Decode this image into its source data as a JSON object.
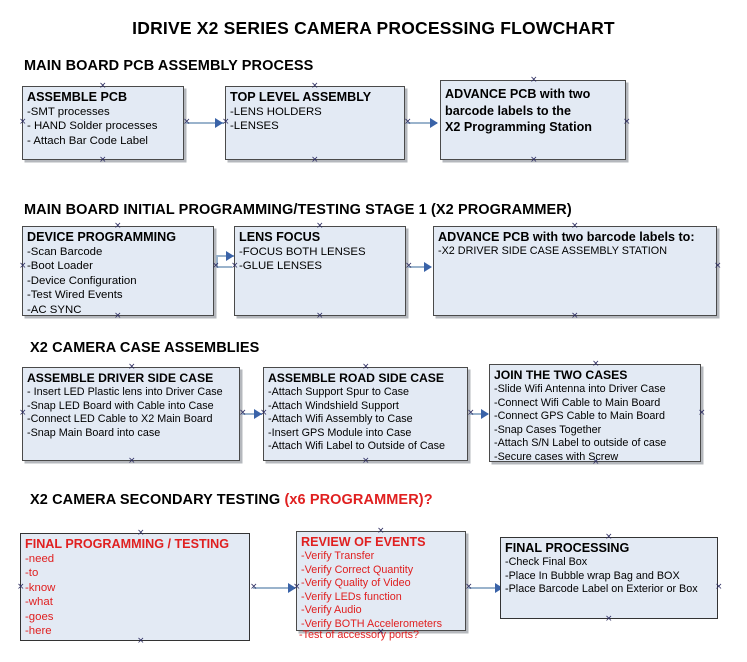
{
  "document": {
    "title": "IDRIVE X2  SERIES CAMERA PROCESSING FLOWCHART"
  },
  "theme": {
    "box_fill": "#e3eaf4",
    "box_border": "#4a4a4a",
    "connector_line": "#9ab3cc",
    "arrow_head": "#3a63a8",
    "accent_red": "#e02020",
    "text_black": "#000000"
  },
  "sections": [
    {
      "heading": "MAIN BOARD PCB ASSEMBLY PROCESS",
      "heading_accent": "",
      "boxes": [
        {
          "title": "ASSEMBLE PCB",
          "lines": [
            " -SMT processes",
            "- HAND Solder processes",
            "- Attach Bar Code Label"
          ]
        },
        {
          "title": "TOP LEVEL ASSEMBLY",
          "lines": [
            "-LENS HOLDERS",
            "-LENSES"
          ]
        },
        {
          "title_lines": [
            "ADVANCE PCB with two",
            "barcode labels to the",
            " X2 Programming Station"
          ],
          "lines": []
        }
      ]
    },
    {
      "heading": "MAIN BOARD INITIAL PROGRAMMING/TESTING STAGE 1 (X2 PROGRAMMER)",
      "heading_accent": "",
      "boxes": [
        {
          "title": "DEVICE PROGRAMMING",
          "lines": [
            "-Scan Barcode",
            "-Boot Loader",
            "-Device Configuration",
            "-Test Wired Events",
            "-AC SYNC"
          ]
        },
        {
          "title": "LENS FOCUS",
          "lines": [
            "-FOCUS BOTH LENSES",
            "-GLUE LENSES"
          ]
        },
        {
          "title": "ADVANCE PCB with two barcode labels to:",
          "lines": [
            "-X2 DRIVER  SIDE  CASE  ASSEMBLY STATION"
          ]
        }
      ]
    },
    {
      "heading": "X2 CAMERA CASE ASSEMBLIES",
      "heading_accent": "",
      "boxes": [
        {
          "title": "ASSEMBLE DRIVER SIDE CASE",
          "lines": [
            "- Insert LED Plastic lens into Driver Case",
            "-Snap LED Board with Cable into Case",
            "-Connect LED Cable to X2 Main Board",
            "-Snap Main Board into case"
          ]
        },
        {
          "title": "ASSEMBLE ROAD SIDE CASE",
          "lines": [
            "-Attach Support Spur to Case",
            "-Attach Windshield Support",
            "-Attach Wifi Assembly to Case",
            "-Insert GPS Module into Case",
            "-Attach Wifi Label to Outside of Case"
          ]
        },
        {
          "title": "JOIN THE TWO CASES",
          "lines": [
            "-Slide Wifi Antenna into Driver Case",
            "-Connect Wifi Cable to Main Board",
            "-Connect GPS Cable to Main Board",
            "-Snap Cases Together",
            "-Attach S/N Label to outside of case",
            "-Secure cases with Screw"
          ]
        }
      ]
    },
    {
      "heading": "X2 CAMERA SECONDARY TESTING ",
      "heading_accent": "(x6 PROGRAMMER)?",
      "boxes": [
        {
          "title": "FINAL PROGRAMMING / TESTING",
          "lines": [
            "-need",
            "-to",
            "-know",
            "-what",
            "-goes",
            "-here"
          ]
        },
        {
          "title": "REVIEW OF EVENTS",
          "lines": [
            "-Verify Transfer",
            "-Verify Correct Quantity",
            "-Verify Quality of Video",
            "-Verify LEDs function",
            "-Verify Audio",
            "-Verify BOTH Accelerometers"
          ],
          "overflow_line": "-Test of accessory ports?"
        },
        {
          "title": "FINAL PROCESSING",
          "lines": [
            " -Check Final Box",
            "-Place In Bubble wrap Bag and BOX",
            "-Place Barcode Label on Exterior or Box"
          ]
        }
      ]
    }
  ]
}
